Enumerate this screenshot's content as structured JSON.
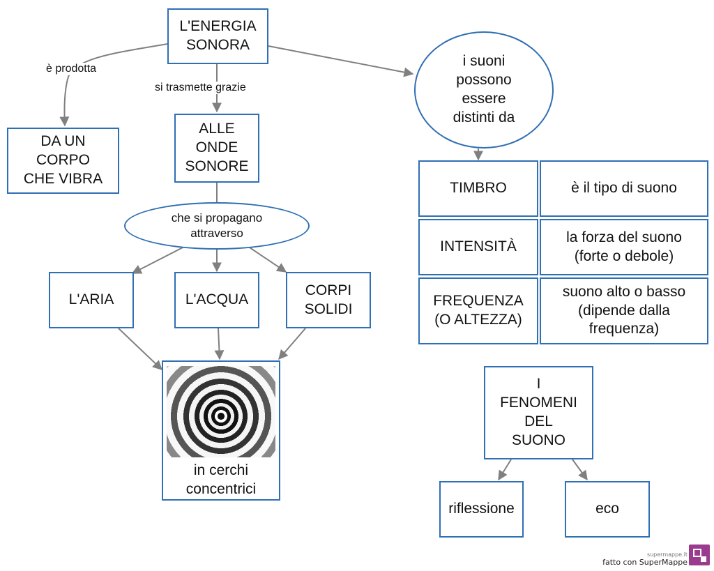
{
  "nodes": {
    "energia_sonora": "L'ENERGIA\nSONORA",
    "da_un_corpo": "DA UN\nCORPO\nCHE VIBRA",
    "alle_onde": "ALLE\nONDE\nSONORE",
    "propagano": "che si propagano\nattraverso",
    "aria": "L'ARIA",
    "acqua": "L'ACQUA",
    "corpi_solidi": "CORPI\nSOLIDI",
    "cerchi": "in cerchi\nconcentrici",
    "suoni_distinti": "i suoni\npossono\nessere\ndistinti da",
    "timbro": "TIMBRO",
    "timbro_desc": "è il tipo di suono",
    "intensita": "INTENSITÀ",
    "intensita_desc": "la forza del suono\n(forte o debole)",
    "frequenza": "FREQUENZA\n(O ALTEZZA)",
    "frequenza_desc": "suono alto o basso\n(dipende dalla\nfrequenza)",
    "fenomeni": "I\nFENOMENI\nDEL\nSUONO",
    "riflessione": "riflessione",
    "eco": "eco"
  },
  "edge_labels": {
    "prodotta": "è prodotta",
    "trasmette": "si trasmette grazie"
  },
  "footer": {
    "site": "supermappe.it",
    "credit": "fatto con SuperMappe"
  },
  "colors": {
    "border": "#2f6fb3",
    "arrow": "#808080",
    "logo": "#9b3b8e"
  }
}
